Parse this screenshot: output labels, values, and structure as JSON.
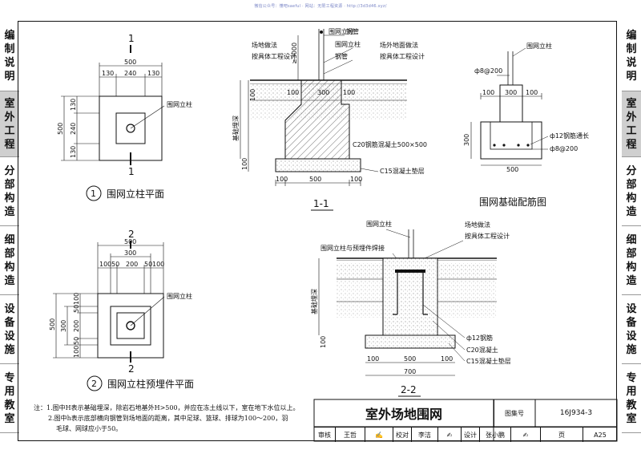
{
  "watermark": "微信公众号：懂吧saeful · 网站：无限工程资源 · http://3d3d46.xyz/",
  "left_tabs": [
    {
      "label": "编制说明",
      "active": false
    },
    {
      "label": "室外工程",
      "active": true
    },
    {
      "label": "分部构造",
      "active": false
    },
    {
      "label": "细部构造",
      "active": false
    },
    {
      "label": "设备设施",
      "active": false
    },
    {
      "label": "专用教室",
      "active": false
    }
  ],
  "right_tabs": [
    {
      "label": "编制说明",
      "active": false
    },
    {
      "label": "室外工程",
      "active": true
    },
    {
      "label": "分部构造",
      "active": false
    },
    {
      "label": "细部构造",
      "active": false
    },
    {
      "label": "设备设施",
      "active": false
    },
    {
      "label": "专用教室",
      "active": false
    }
  ],
  "plan1": {
    "title_num": "1",
    "title": "围网立柱平面",
    "section_mark": "1",
    "dims_top": [
      "500",
      "130",
      "240",
      "130"
    ],
    "dims_left": [
      "500",
      "130",
      "240",
      "130"
    ],
    "callout": "围网立柱"
  },
  "plan2": {
    "title_num": "2",
    "title": "围网立柱预埋件平面",
    "section_mark": "2",
    "dims_top": [
      "500",
      "300",
      "100",
      "50",
      "200",
      "50",
      "100"
    ],
    "dims_left": [
      "500",
      "300",
      "100",
      "50",
      "200",
      "50",
      "100"
    ],
    "callout": "围网立柱"
  },
  "section1": {
    "label": "1-1",
    "notes": [
      "场地做法",
      "按具体工程设计"
    ],
    "post": "围网立柱",
    "pipe1": "钢管",
    "pipe2": "钢管",
    "ground": [
      "场外地面做法",
      "按具体工程设计"
    ],
    "h_dim": "≥3000",
    "depth_label": "基础埋深",
    "dims": [
      "100",
      "300",
      "100",
      "100",
      "500",
      "100"
    ],
    "concrete": "C20钢筋混凝土500×500",
    "pad": "C15混凝土垫层",
    "pad_h": "100",
    "side": "100"
  },
  "rebar": {
    "title": "围网基础配筋图",
    "post": "围网立柱",
    "top_bar": "ф8@200",
    "long_bar": "ф12钢筋通长",
    "stirrup": "ф8@200",
    "h": "300",
    "dims": [
      "100",
      "300",
      "100",
      "500"
    ]
  },
  "section2": {
    "label": "2-2",
    "post": "围网立柱",
    "weld": "围网立柱与预埋件焊接",
    "ground": [
      "场地做法",
      "按具体工程设计"
    ],
    "depth_label": "基础埋深",
    "rebar": "ф12钢筋",
    "concrete": "C20混凝土",
    "pad": "C15混凝土垫层",
    "dims": [
      "100",
      "500",
      "100",
      "700"
    ],
    "pad_h": "100"
  },
  "notes": [
    "注：1.图中H表示基础埋深，除岩石地基外H>500，并应在冻土线以下，室在地下水位以上。",
    "2.图中h表示底部横向钢管到场地面的距离，其中足球、篮球、排球为100～200，羽",
    "毛球、网球应小于50。"
  ],
  "title_block": {
    "title": "室外场地围网",
    "atlas_label": "图集号",
    "atlas_no": "16J934-3",
    "page_label": "页",
    "page_no": "A25",
    "review_label": "审核",
    "reviewer": "王哲",
    "check_label": "校对",
    "checker": "李洁",
    "design_label": "设计",
    "designer": "张小鹏"
  }
}
